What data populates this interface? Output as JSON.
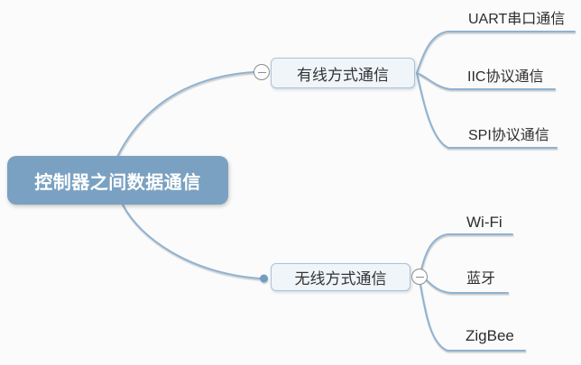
{
  "diagram": {
    "type": "mindmap",
    "root": {
      "label": "控制器之间数据通信"
    },
    "branches": [
      {
        "label": "有线方式通信",
        "collapse_state": "expanded",
        "children": [
          {
            "label": "UART串口通信"
          },
          {
            "label": "IIC协议通信"
          },
          {
            "label": "SPI协议通信"
          }
        ]
      },
      {
        "label": "无线方式通信",
        "collapse_state": "expanded",
        "children": [
          {
            "label": "Wi-Fi"
          },
          {
            "label": "蓝牙"
          },
          {
            "label": "ZigBee"
          }
        ]
      }
    ],
    "colors": {
      "root_fill": "#7AA1C1",
      "root_text": "#FFFFFF",
      "branch_fill": "#F0F5FA",
      "branch_border": "#A9C4DB",
      "branch_text": "#333333",
      "leaf_text": "#2D2D2D",
      "link": "#8FB2D1",
      "collapse_border": "#8C8C8C",
      "background": "#FBFBFB"
    }
  }
}
